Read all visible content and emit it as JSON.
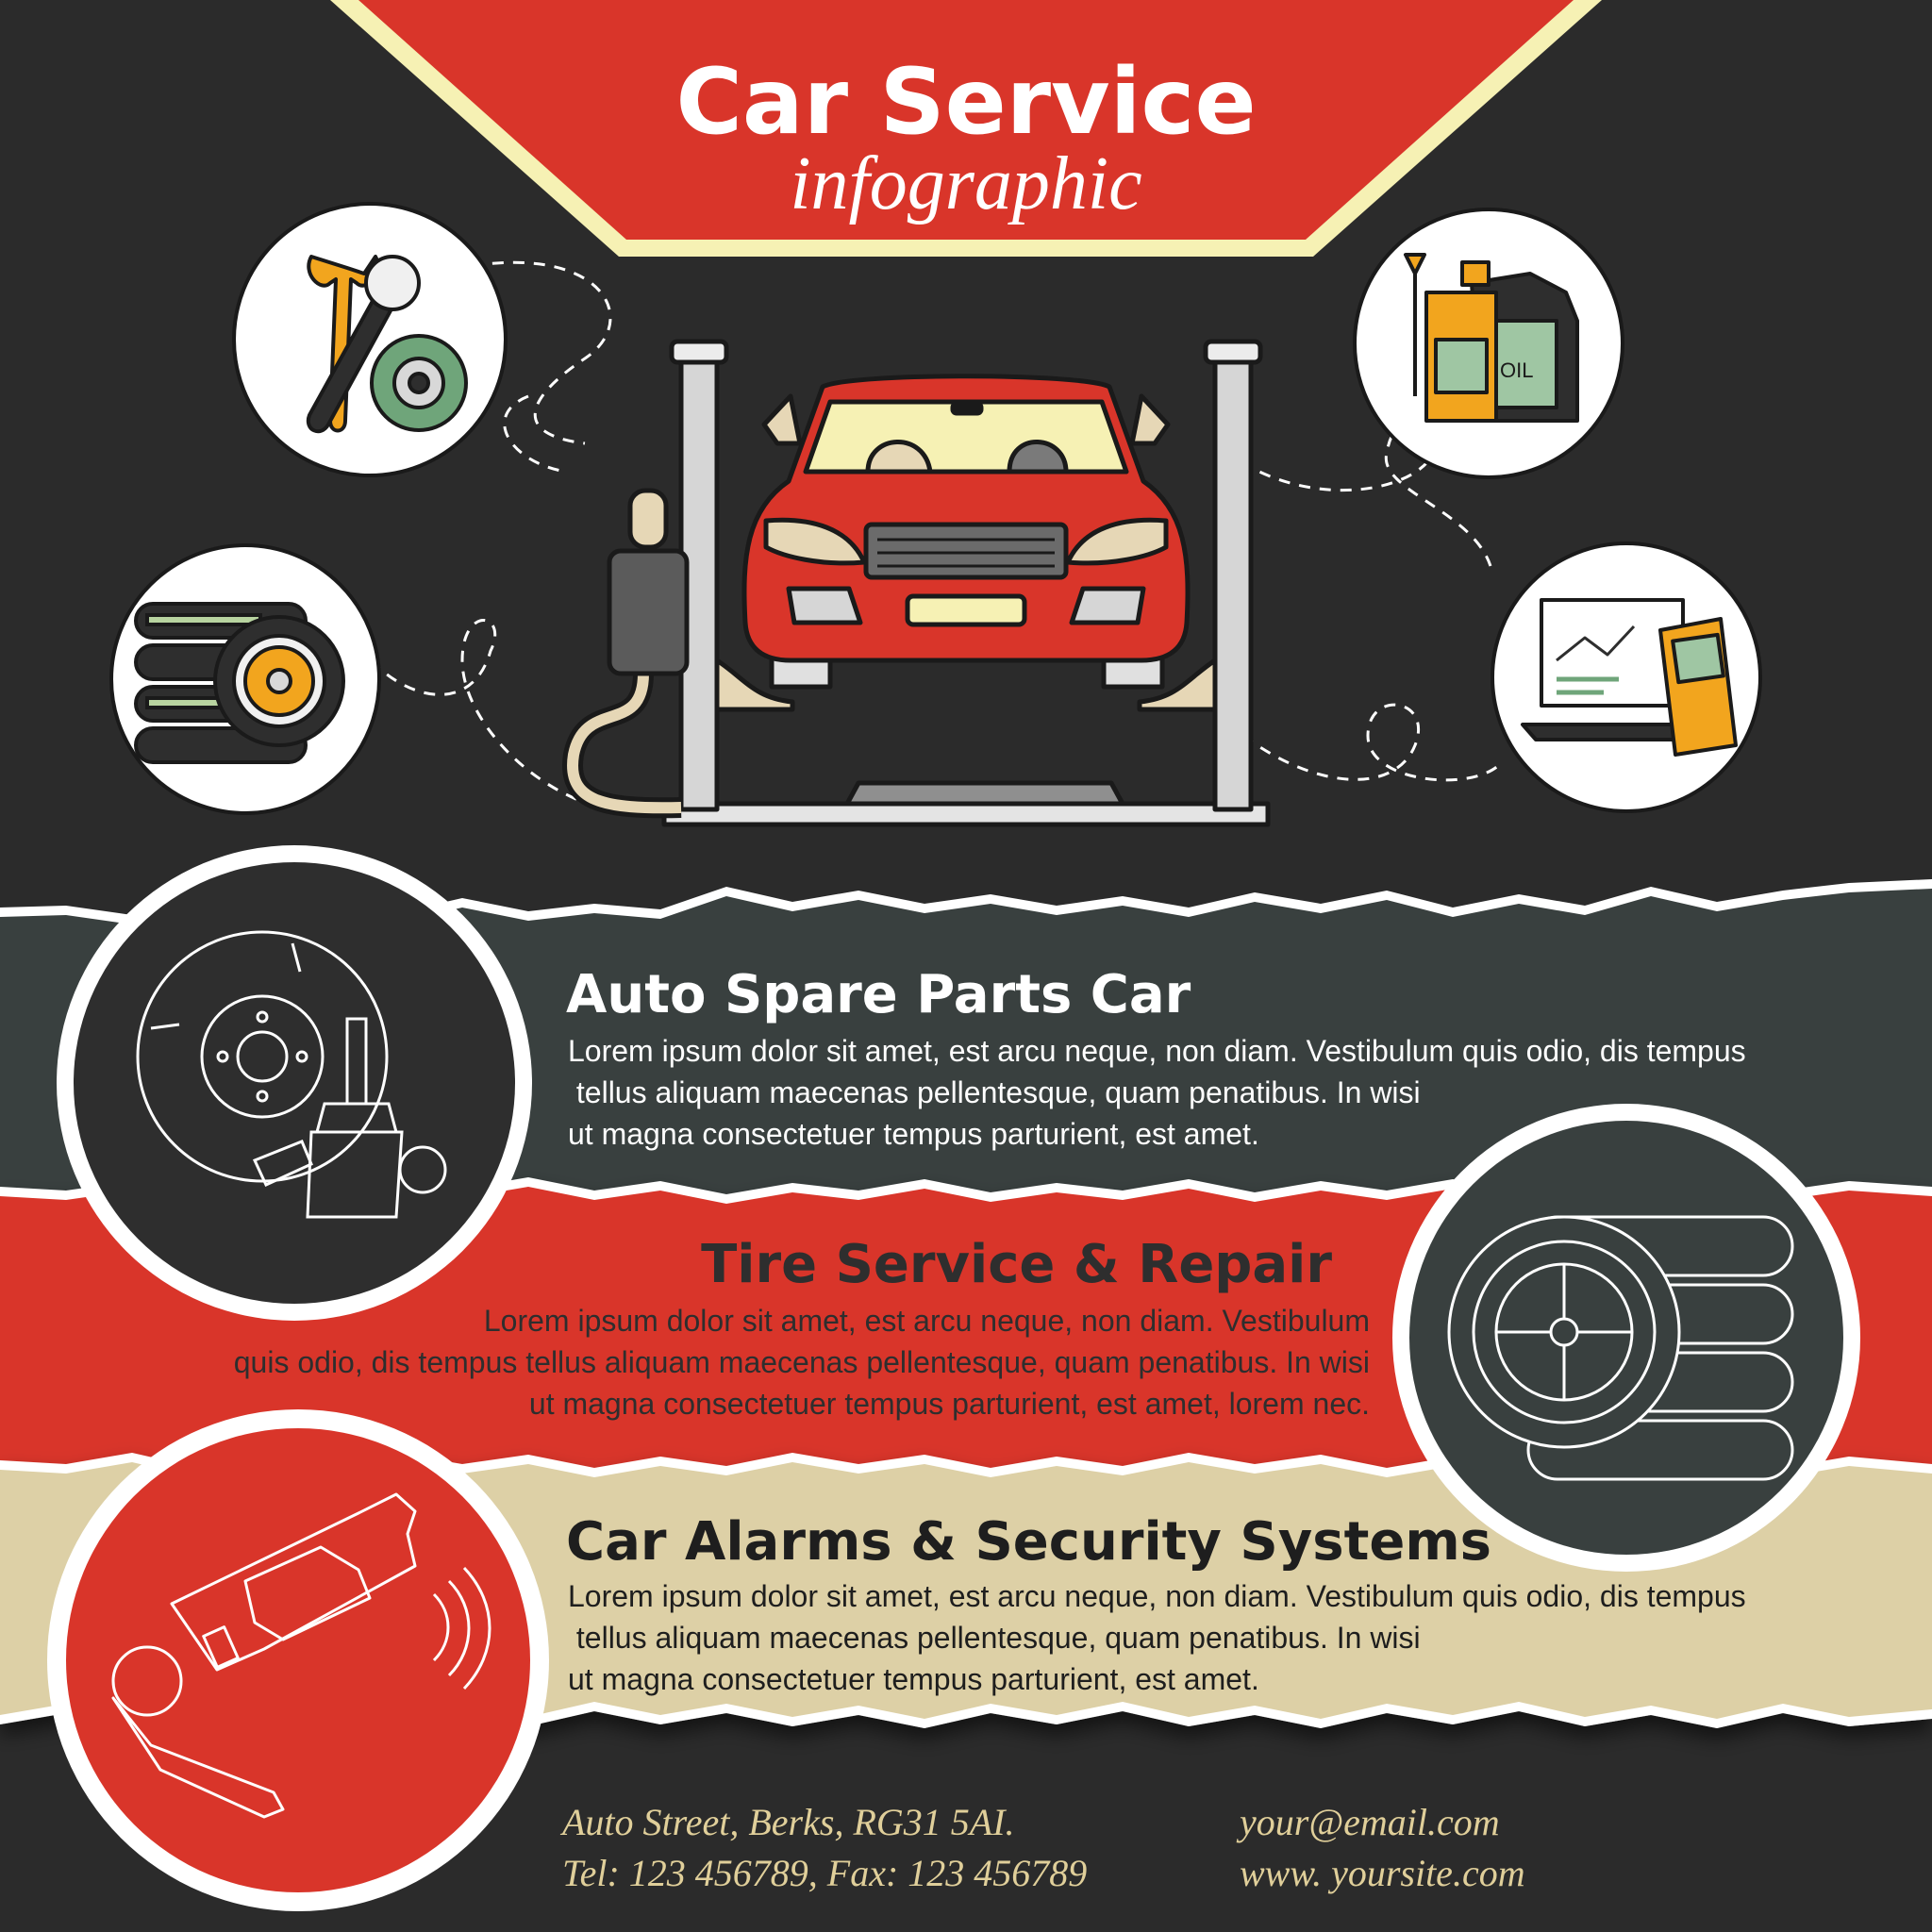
{
  "header": {
    "title": "Car Service",
    "subtitle": "infographic"
  },
  "sections": [
    {
      "title": "Auto Spare Parts Car",
      "body": "Lorem ipsum dolor sit amet, est arcu neque, non diam. Vestibulum quis odio, dis tempus\n tellus aliquam maecenas pellentesque, quam penatibus. In wisi\nut magna consectetuer tempus parturient, est amet.",
      "icon": "brake-disc-icon"
    },
    {
      "title": "Tire Service & Repair",
      "body": "Lorem ipsum dolor sit amet, est arcu neque, non diam. Vestibulum\nquis odio, dis tempus tellus aliquam maecenas pellentesque, quam penatibus. In wisi\nut magna consectetuer tempus parturient, est amet, lorem nec.",
      "icon": "tire-stack-icon"
    },
    {
      "title": "Car Alarms & Security Systems",
      "body": "Lorem ipsum dolor sit amet, est arcu neque, non diam. Vestibulum quis odio, dis tempus\n tellus aliquam maecenas pellentesque, quam penatibus. In wisi\nut magna consectetuer tempus parturient, est amet.",
      "icon": "car-alarm-key-icon"
    }
  ],
  "hero": {
    "icons": [
      "wrench-gear-icon",
      "oil-canister-icon",
      "tires-wheel-icon",
      "diagnostic-laptop-icon",
      "car-lift-icon"
    ],
    "oil_label": "OIL"
  },
  "footer": {
    "address": "Auto Street,  Berks, RG31 5AI.",
    "phone": "Tel: 123 456789, Fax: 123 456789",
    "email": "your@email.com",
    "website": "www. yoursite.com"
  },
  "colors": {
    "background": "#2b2b2b",
    "band_dark": "#39403f",
    "red": "#d9352a",
    "beige": "#ddd0a6",
    "cream": "#f6f1b4",
    "footer_text": "#e0cf9a"
  }
}
